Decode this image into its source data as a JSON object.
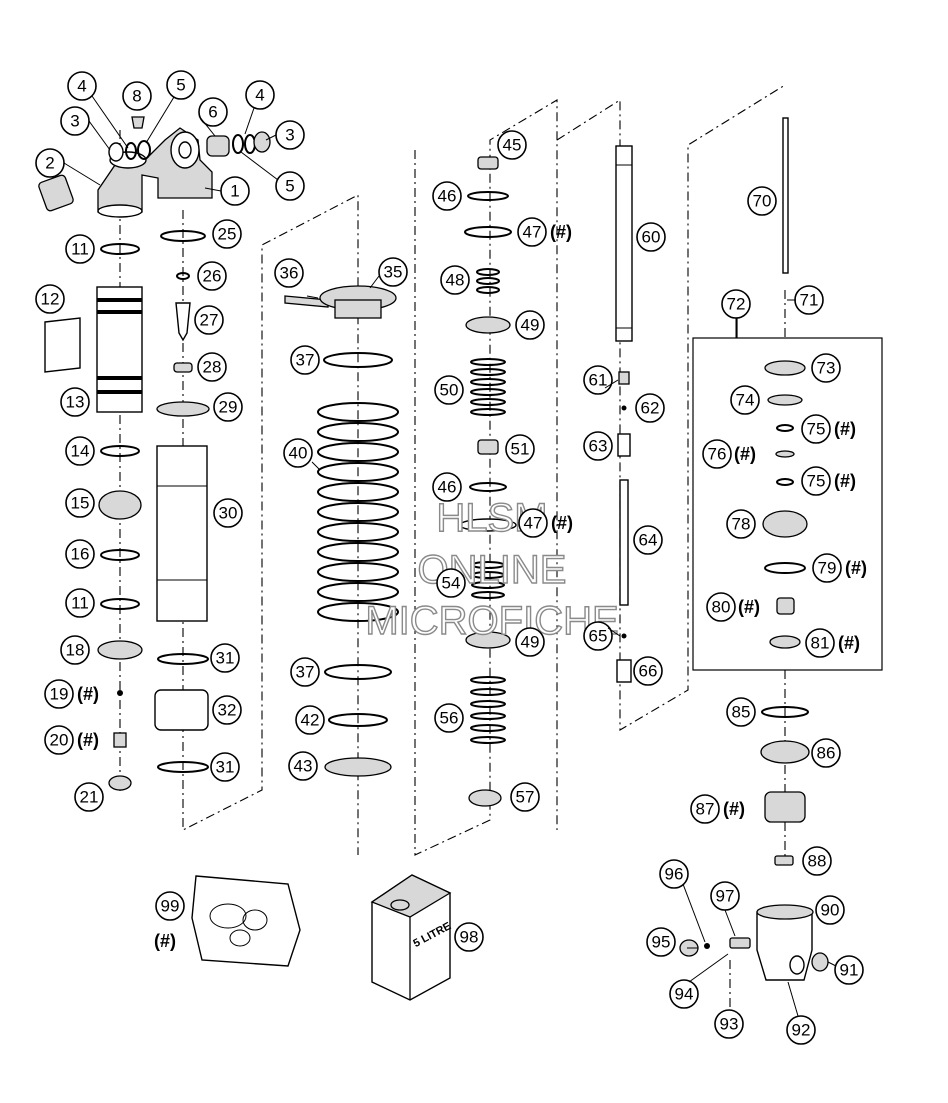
{
  "labels": [
    {
      "n": "1"
    },
    {
      "n": "2"
    },
    {
      "n": "3"
    },
    {
      "n": "3"
    },
    {
      "n": "4"
    },
    {
      "n": "4"
    },
    {
      "n": "5"
    },
    {
      "n": "5"
    },
    {
      "n": "6"
    },
    {
      "n": "8"
    },
    {
      "n": "11"
    },
    {
      "n": "11"
    },
    {
      "n": "12"
    },
    {
      "n": "13"
    },
    {
      "n": "14"
    },
    {
      "n": "15"
    },
    {
      "n": "16"
    },
    {
      "n": "18"
    },
    {
      "n": "19"
    },
    {
      "n": "20"
    },
    {
      "n": "21"
    },
    {
      "n": "25"
    },
    {
      "n": "26"
    },
    {
      "n": "27"
    },
    {
      "n": "28"
    },
    {
      "n": "29"
    },
    {
      "n": "30"
    },
    {
      "n": "31"
    },
    {
      "n": "31"
    },
    {
      "n": "32"
    },
    {
      "n": "35"
    },
    {
      "n": "36"
    },
    {
      "n": "37"
    },
    {
      "n": "37"
    },
    {
      "n": "40"
    },
    {
      "n": "42"
    },
    {
      "n": "43"
    },
    {
      "n": "45"
    },
    {
      "n": "46"
    },
    {
      "n": "46"
    },
    {
      "n": "47"
    },
    {
      "n": "47"
    },
    {
      "n": "48"
    },
    {
      "n": "49"
    },
    {
      "n": "49"
    },
    {
      "n": "50"
    },
    {
      "n": "51"
    },
    {
      "n": "54"
    },
    {
      "n": "56"
    },
    {
      "n": "57"
    },
    {
      "n": "60"
    },
    {
      "n": "61"
    },
    {
      "n": "62"
    },
    {
      "n": "63"
    },
    {
      "n": "64"
    },
    {
      "n": "65"
    },
    {
      "n": "66"
    },
    {
      "n": "70"
    },
    {
      "n": "71"
    },
    {
      "n": "72"
    },
    {
      "n": "73"
    },
    {
      "n": "74"
    },
    {
      "n": "75"
    },
    {
      "n": "75"
    },
    {
      "n": "76"
    },
    {
      "n": "78"
    },
    {
      "n": "79"
    },
    {
      "n": "80"
    },
    {
      "n": "81"
    },
    {
      "n": "85"
    },
    {
      "n": "86"
    },
    {
      "n": "87"
    },
    {
      "n": "88"
    },
    {
      "n": "90"
    },
    {
      "n": "91"
    },
    {
      "n": "92"
    },
    {
      "n": "93"
    },
    {
      "n": "94"
    },
    {
      "n": "95"
    },
    {
      "n": "96"
    },
    {
      "n": "97"
    },
    {
      "n": "98"
    },
    {
      "n": "99"
    }
  ],
  "hash_mark": "(#)",
  "can_text": "5 LITRE",
  "watermark": [
    "HLSM",
    "ONLINE",
    "MICROFICHE"
  ]
}
